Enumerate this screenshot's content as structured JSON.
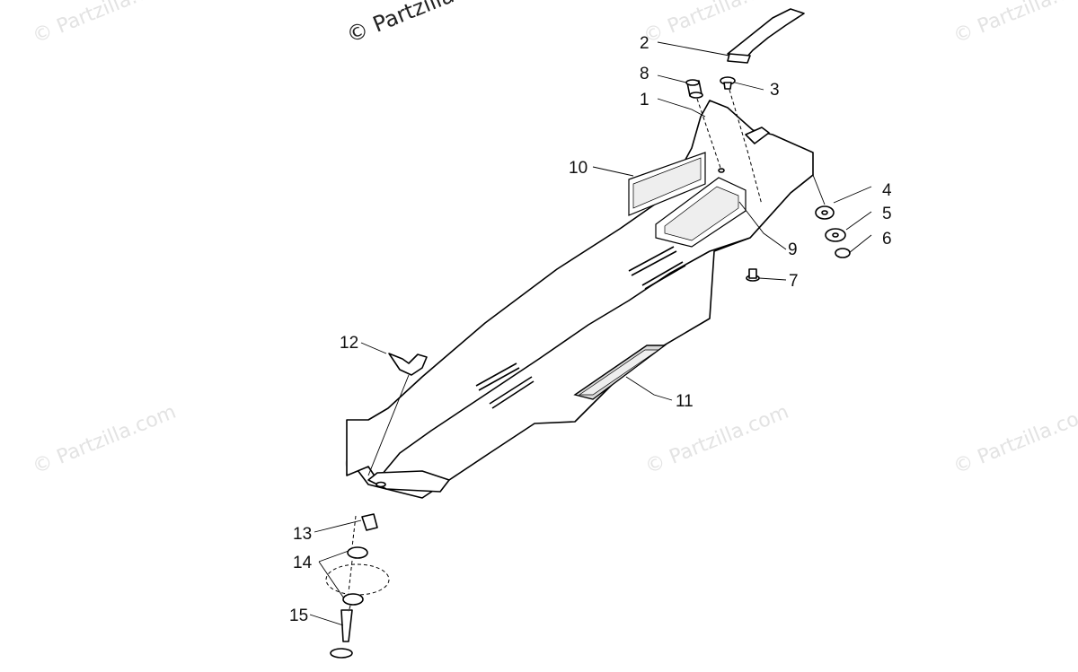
{
  "watermark": {
    "main": "© Partzilla.com",
    "faint": "© Partzilla.com"
  },
  "callouts": [
    {
      "id": "1",
      "text": "1"
    },
    {
      "id": "2",
      "text": "2"
    },
    {
      "id": "3",
      "text": "3"
    },
    {
      "id": "4",
      "text": "4"
    },
    {
      "id": "5",
      "text": "5"
    },
    {
      "id": "6",
      "text": "6"
    },
    {
      "id": "7",
      "text": "7"
    },
    {
      "id": "8",
      "text": "8"
    },
    {
      "id": "9",
      "text": "9"
    },
    {
      "id": "10",
      "text": "10"
    },
    {
      "id": "11",
      "text": "11"
    },
    {
      "id": "12",
      "text": "12"
    },
    {
      "id": "13",
      "text": "13"
    },
    {
      "id": "14",
      "text": "14"
    },
    {
      "id": "15",
      "text": "15"
    }
  ]
}
